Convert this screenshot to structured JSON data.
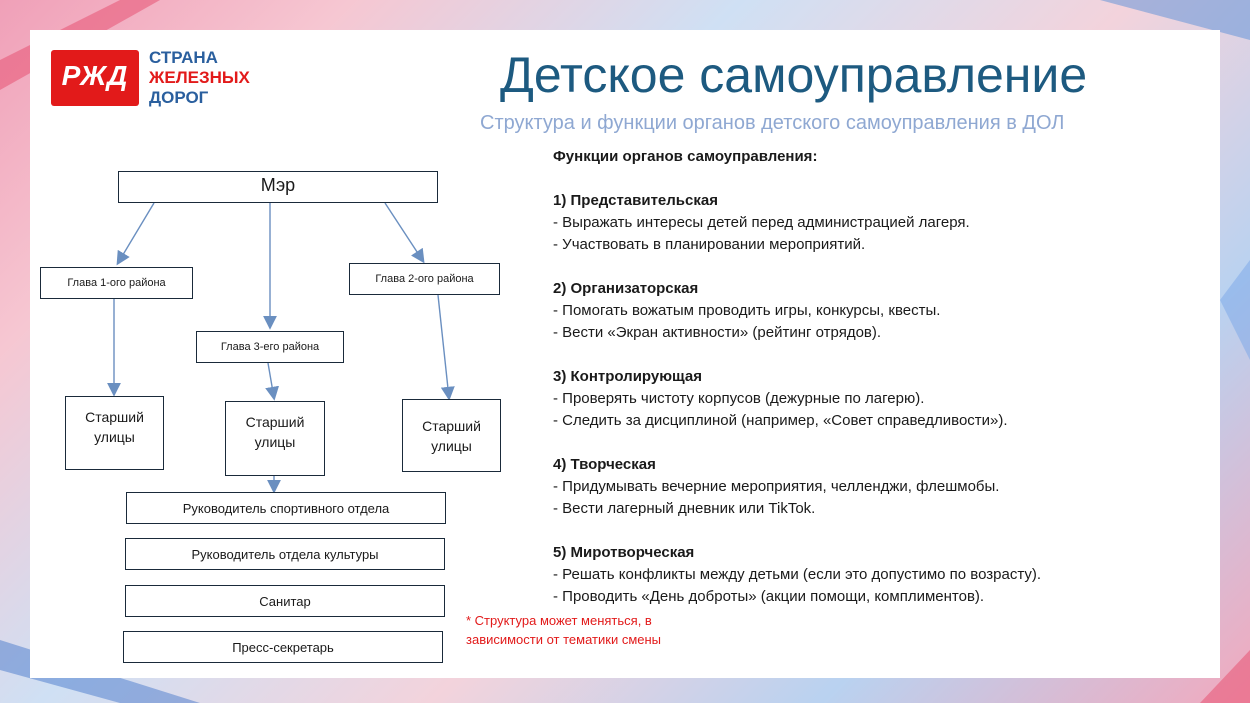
{
  "header": {
    "logo_mark": "РЖД",
    "logo_lines": [
      "СТРАНА",
      "ЖЕЛЕЗНЫХ",
      "ДОРОГ"
    ],
    "title": "Детское самоуправление",
    "subtitle": "Структура и функции органов детского самоуправления в ДОЛ"
  },
  "chart": {
    "mayor": "Мэр",
    "district1": "Глава 1-ого района",
    "district2": "Глава 2-ого района",
    "district3": "Глава 3-его района",
    "street1": "Старший улицы",
    "street2": "Старший улицы",
    "street3": "Старший улицы",
    "dept_sport": "Руководитель спортивного отдела",
    "dept_culture": "Руководитель отдела культуры",
    "dept_sanitary": "Санитар",
    "dept_press": "Пресс-секретарь"
  },
  "functions": {
    "heading": "Функции органов самоуправления:",
    "sections": [
      {
        "title": "1) Представительская",
        "items": [
          "- Выражать интересы детей перед администрацией лагеря.",
          "- Участвовать в планировании мероприятий."
        ]
      },
      {
        "title": "2) Организаторская",
        "items": [
          "- Помогать вожатым проводить игры, конкурсы, квесты.",
          "- Вести «Экран активности» (рейтинг отрядов)."
        ]
      },
      {
        "title": "3) Контролирующая",
        "items": [
          "- Проверять чистоту корпусов (дежурные по лагерю).",
          "- Следить за дисциплиной (например, «Совет справедливости»)."
        ]
      },
      {
        "title": "4) Творческая",
        "items": [
          "- Придумывать вечерние мероприятия, челленджи, флешмобы.",
          "- Вести лагерный дневник или TikTok."
        ]
      },
      {
        "title": "5) Миротворческая",
        "items": [
          "- Решать конфликты между детьми (если это допустимо по возрасту).",
          "- Проводить «День доброты» (акции помощи, комплиментов)."
        ]
      }
    ]
  },
  "note": "* Структура может меняться, в зависимости от тематики смены",
  "colors": {
    "title": "#1d5a80",
    "subtitle": "#8fa8d2",
    "logo_red": "#e21a1a",
    "logo_blue": "#2a5f9e",
    "arrow": "#6a8fc0",
    "note": "#e21a1a"
  }
}
